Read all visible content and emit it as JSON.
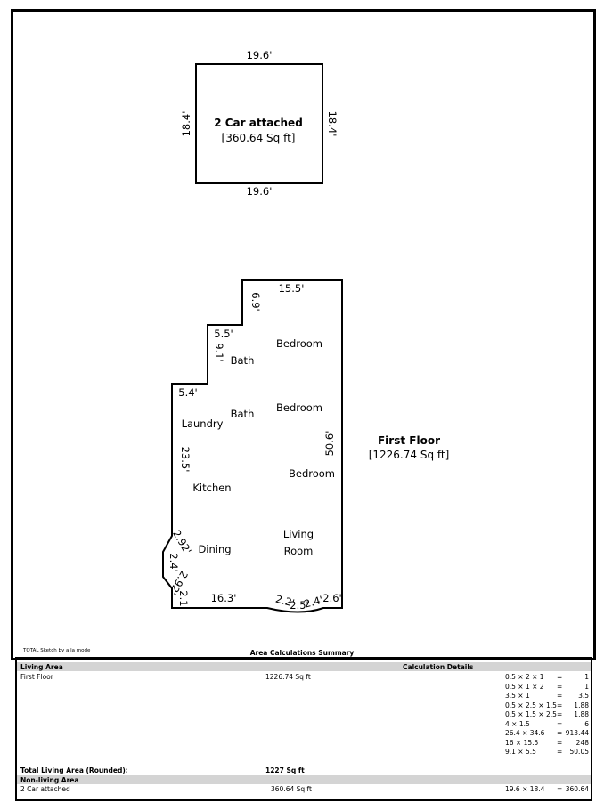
{
  "garage": {
    "name": "2 Car attached",
    "area": "[360.64 Sq ft]",
    "dim_top": "19.6'",
    "dim_bottom": "19.6'",
    "dim_left": "18.4'",
    "dim_right": "18.4'"
  },
  "first_floor": {
    "name": "First Floor",
    "area": "[1226.74 Sq ft]",
    "dims": {
      "top": "15.5'",
      "step1_vertical": "6.9'",
      "step1_horizontal": "5.5'",
      "step2_vertical": "9.1'",
      "step2_horizontal": "5.4'",
      "left": "23.5'",
      "right": "50.6'",
      "bottom": "16.3'",
      "bay_left_1": "2.92'",
      "bay_left_2": "2.4'",
      "bay_left_3": "2.92'",
      "bay_left_4": "2.1'",
      "bay_bottom_1": "2.2'",
      "bay_bottom_2": "2.5'",
      "bay_bottom_3": "2.4'",
      "bay_bottom_4": "2.6'"
    },
    "rooms": {
      "bedroom_1": "Bedroom",
      "bath_1": "Bath",
      "bedroom_2": "Bedroom",
      "bath_2": "Bath",
      "laundry": "Laundry",
      "kitchen": "Kitchen",
      "bedroom_3": "Bedroom",
      "dining": "Dining",
      "living_1": "Living",
      "living_2": "Room"
    }
  },
  "credit": "TOTAL Sketch by a la mode",
  "summary": {
    "title": "Area Calculations Summary",
    "living_header": "Living Area",
    "calc_header": "Calculation Details",
    "first_floor_label": "First Floor",
    "first_floor_value": "1226.74 Sq ft",
    "calculations": [
      {
        "expr": "0.5 × 2 × 1",
        "eq": "=",
        "result": "1"
      },
      {
        "expr": "0.5 × 1 × 2",
        "eq": "=",
        "result": "1"
      },
      {
        "expr": "3.5 × 1",
        "eq": "=",
        "result": "3.5"
      },
      {
        "expr": "0.5 × 2.5 × 1.5",
        "eq": "=",
        "result": "1.88"
      },
      {
        "expr": "0.5 × 1.5 × 2.5",
        "eq": "=",
        "result": "1.88"
      },
      {
        "expr": "4 × 1.5",
        "eq": "=",
        "result": "6"
      },
      {
        "expr": "26.4 × 34.6",
        "eq": "=",
        "result": "913.44"
      },
      {
        "expr": "16 × 15.5",
        "eq": "=",
        "result": "248"
      },
      {
        "expr": "9.1 × 5.5",
        "eq": "=",
        "result": "50.05"
      }
    ],
    "total_label": "Total Living Area (Rounded):",
    "total_value": "1227 Sq ft",
    "non_living_header": "Non-living Area",
    "garage_label": "2 Car attached",
    "garage_value": "360.64 Sq ft",
    "garage_expr": "19.6 × 18.4",
    "garage_eq": "=",
    "garage_result": "360.64"
  }
}
